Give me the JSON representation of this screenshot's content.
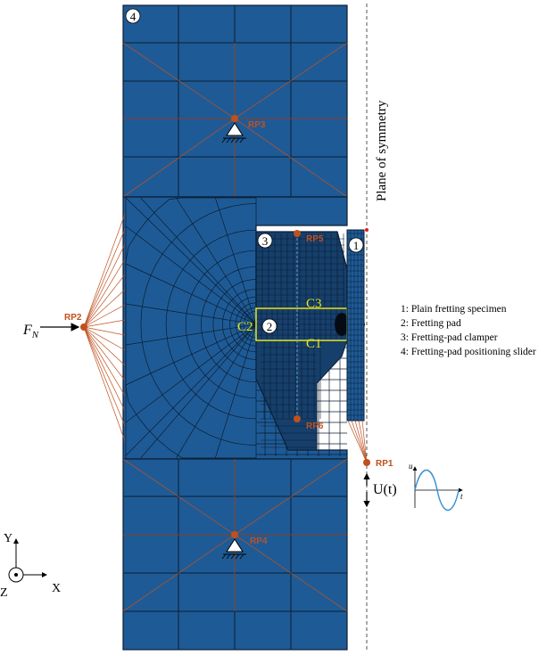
{
  "figure": {
    "plane_label": "Plane of symmetry",
    "part_numbers": [
      "1",
      "2",
      "3",
      "4"
    ],
    "reference_points": [
      "RP1",
      "RP2",
      "RP3",
      "RP4",
      "RP5",
      "RP6"
    ],
    "contact_labels": [
      "C1",
      "C2",
      "C3"
    ],
    "force_label": {
      "main": "F",
      "sub": "N"
    },
    "displacement_label": "U(t)",
    "legend": [
      "1: Plain fretting specimen",
      "2: Fretting pad",
      "3: Fretting-pad clamper",
      "4: Fretting-pad positioning slider"
    ],
    "axes": {
      "y": "Y",
      "x": "X",
      "z": "Z"
    },
    "sine_plot": {
      "y_label": "u",
      "x_label": "t"
    }
  },
  "colors": {
    "mesh_fill": "#1e5b96",
    "mesh_line": "#0b1d33",
    "reference_point": "#c0501f",
    "coupling_line": "#c0501f",
    "contact_outline": "#e6e61a",
    "sine_curve": "#3a8fd0"
  }
}
